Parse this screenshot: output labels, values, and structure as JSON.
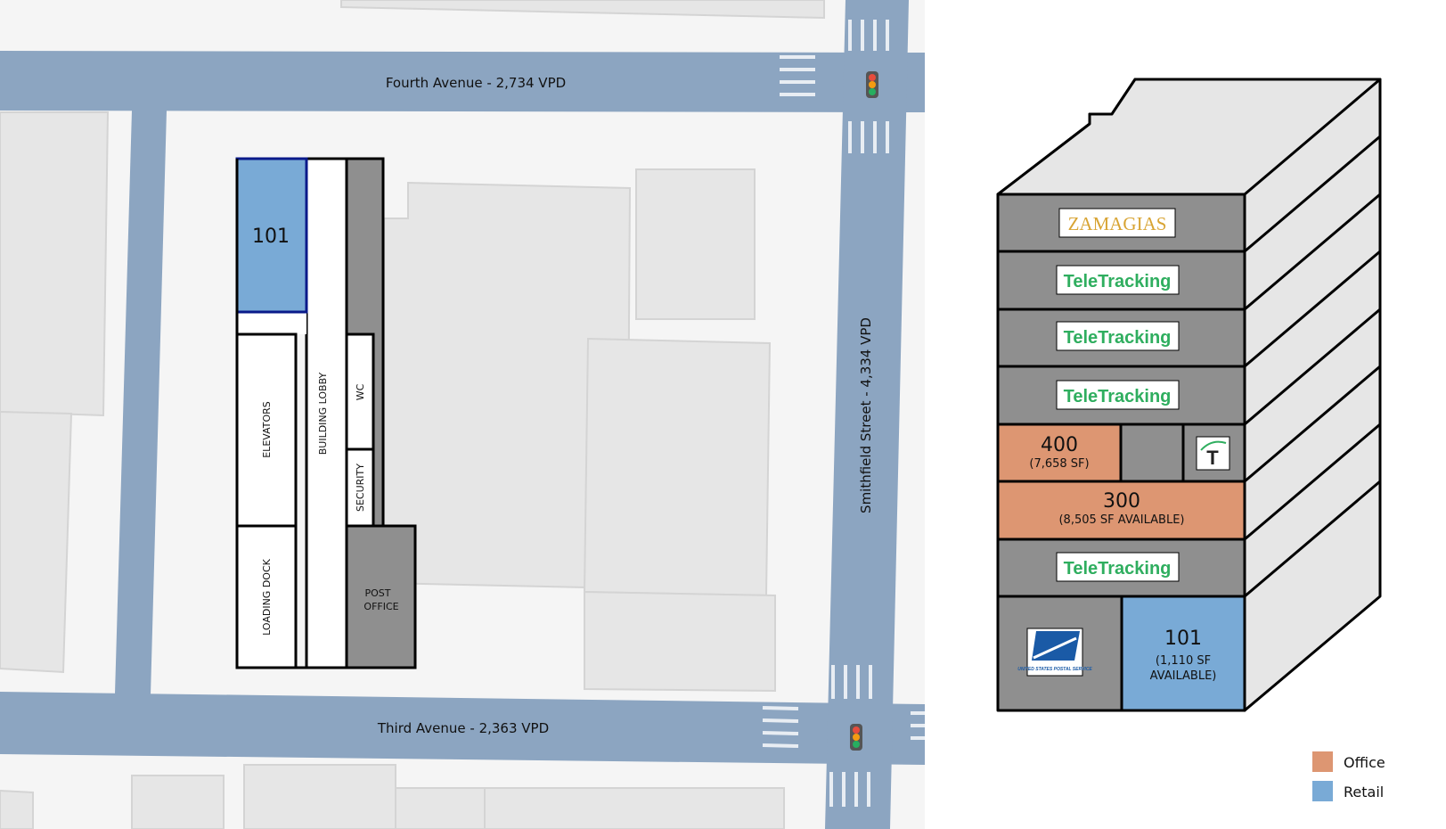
{
  "map": {
    "streets": {
      "fourth_avenue": "Fourth Avenue - 2,734 VPD",
      "third_avenue": "Third Avenue - 2,363 VPD",
      "smithfield_street": "Smithfield Street - 4,334 VPD"
    },
    "floor_plan": {
      "suite_101": "101",
      "elevators": "ELEVATORS",
      "building_lobby": "BUILDING LOBBY",
      "wc": "WC",
      "security": "SECURITY",
      "loading_dock": "LOADING DOCK",
      "post_office_line1": "POST",
      "post_office_line2": "OFFICE"
    }
  },
  "stack": {
    "floors": [
      {
        "tenant": "ZAMAGIAS"
      },
      {
        "tenant": "TeleTracking"
      },
      {
        "tenant": "TeleTracking"
      },
      {
        "tenant": "TeleTracking"
      },
      {
        "suite": "400",
        "detail": "(7,658 SF)"
      },
      {
        "suite": "300",
        "detail": "(8,505 SF AVAILABLE)"
      },
      {
        "tenant": "TeleTracking"
      },
      {
        "suite": "101",
        "detail_line1": "(1,110 SF",
        "detail_line2": "AVAILABLE)",
        "tenant": "UNITED STATES POSTAL SERVICE"
      }
    ]
  },
  "legend": [
    {
      "label": "Office",
      "color": "#dd9672"
    },
    {
      "label": "Retail",
      "color": "#79aad6"
    }
  ],
  "colors": {
    "road": "#8ca5c1",
    "office": "#dd9672",
    "retail": "#79aad6",
    "tenant_gray": "#8f8f8f"
  }
}
